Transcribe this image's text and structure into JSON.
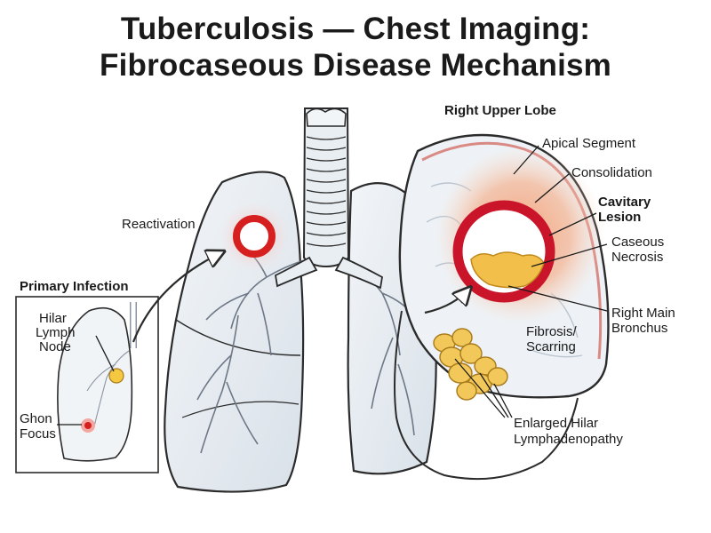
{
  "title": {
    "line1": "Tuberculosis — Chest Imaging:",
    "line2": "Fibrocaseous Disease Mechanism"
  },
  "labels": {
    "right_upper_lobe": "Right Upper Lobe",
    "apical_segment": "Apical Segment",
    "consolidation": "Consolidation",
    "cavitary_lesion_1": "Cavitary",
    "cavitary_lesion_2": "Lesion",
    "caseous_necrosis_1": "Caseous",
    "caseous_necrosis_2": "Necrosis",
    "right_main_bronchus_1": "Right Main",
    "right_main_bronchus_2": "Bronchus",
    "fibrosis_1": "Fibrosis/",
    "fibrosis_2": "Scarring",
    "hilar_lymphadenopathy_1": "Enlarged Hilar",
    "hilar_lymphadenopathy_2": "Lymphadenopathy",
    "reactivation": "Reactivation",
    "primary_infection": "Primary Infection",
    "hilar_lymph_node_1": "Hilar",
    "hilar_lymph_node_2": "Lymph",
    "hilar_lymph_node_3": "Node",
    "ghon_focus_1": "Ghon",
    "ghon_focus_2": "Focus"
  },
  "colors": {
    "outline": "#2b2b2b",
    "lung_fill": "#e7edf3",
    "lung_shadow": "#c9d3dd",
    "lesion_red": "#d62020",
    "consolidation_orange": "#f08a5a",
    "caseous_yellow": "#f2c04a",
    "lymph_node_yellow": "#f2c85b"
  }
}
